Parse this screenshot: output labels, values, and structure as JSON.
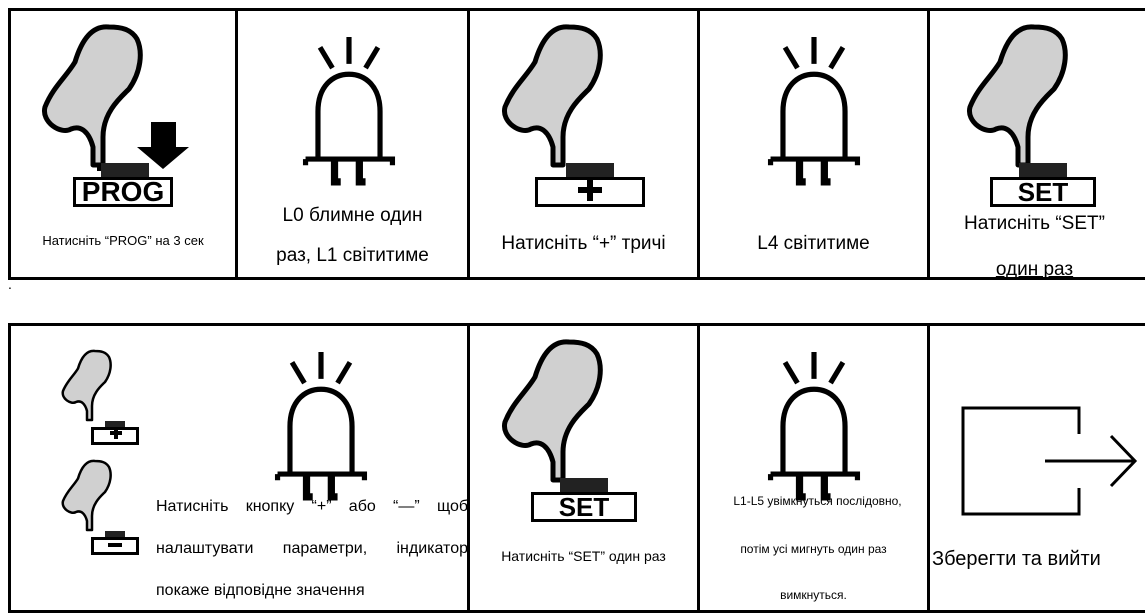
{
  "steps": {
    "prog_button": "PROG",
    "prog_caption": "Натисніть “PROG” на 3 сек",
    "l0_line1": "L0 блимне один",
    "l0_line2": "раз, L1 світитиме",
    "plus_caption": "Натисніть “+” тричі",
    "l4_caption": "L4 світитиме",
    "set_button": "SET",
    "set_line1": "Натисніть “SET”",
    "set_line2": "один раз",
    "dot": ".",
    "adjust_line1": "Натисніть   кнопку   “+”   або   “—”   щоб",
    "adjust_line2": "налаштувати  параметри,  індикатор",
    "adjust_line3": "покаже відповідне значення",
    "set2_button": "SET",
    "set2_caption": "Натисніть “SET” один раз",
    "l15_line1": "L1-L5 увімкнуться послідовно,",
    "l15_line2": "потім усі мигнуть один раз",
    "l15_line3": "вимкнуться.",
    "exit_caption": "Зберегти та вийти"
  }
}
